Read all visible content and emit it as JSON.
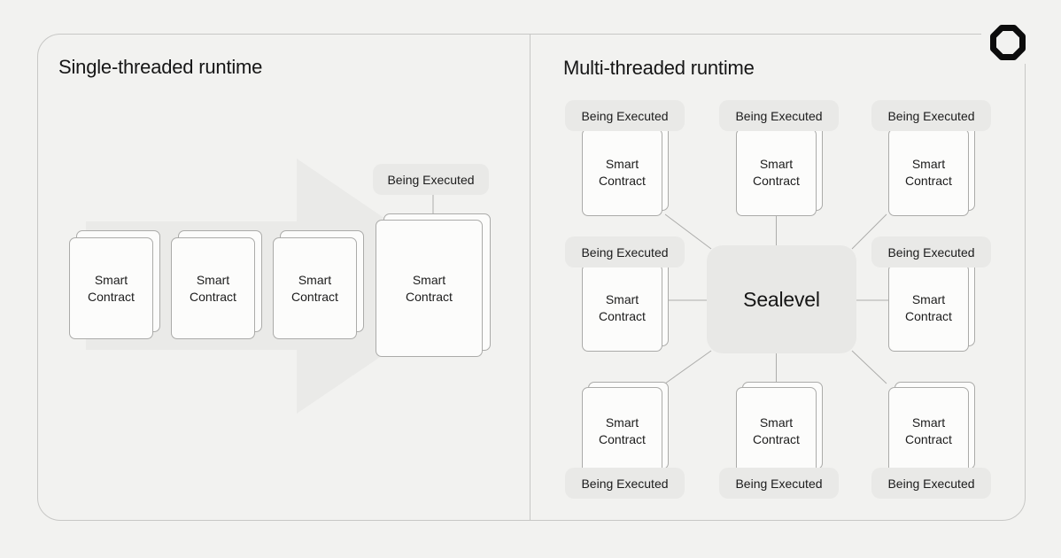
{
  "brand": {
    "logo": "octagon-ring-logo"
  },
  "left_panel": {
    "title": "Single-threaded runtime",
    "waiting_cards": [
      "Smart Contract",
      "Smart Contract",
      "Smart Contract"
    ],
    "active": {
      "card": "Smart Contract",
      "status": "Being Executed"
    }
  },
  "right_panel": {
    "title": "Multi-threaded runtime",
    "hub": "Sealevel",
    "workers": [
      {
        "card": "Smart Contract",
        "status": "Being Executed"
      },
      {
        "card": "Smart Contract",
        "status": "Being Executed"
      },
      {
        "card": "Smart Contract",
        "status": "Being Executed"
      },
      {
        "card": "Smart Contract",
        "status": "Being Executed"
      },
      {
        "card": "Smart Contract",
        "status": "Being Executed"
      },
      {
        "card": "Smart Contract",
        "status": "Being Executed"
      },
      {
        "card": "Smart Contract",
        "status": "Being Executed"
      },
      {
        "card": "Smart Contract",
        "status": "Being Executed"
      }
    ]
  },
  "colors": {
    "background": "#f2f2f0",
    "panel_border": "#c7c7c5",
    "card_fill": "#fcfcfb",
    "card_border": "#ababa9",
    "badge_fill": "#e9e9e7",
    "hub_fill": "#e8e8e6",
    "arrow_fill": "#eaeae8",
    "line": "#adadab",
    "text": "#1c1c1c",
    "title": "#161616"
  }
}
